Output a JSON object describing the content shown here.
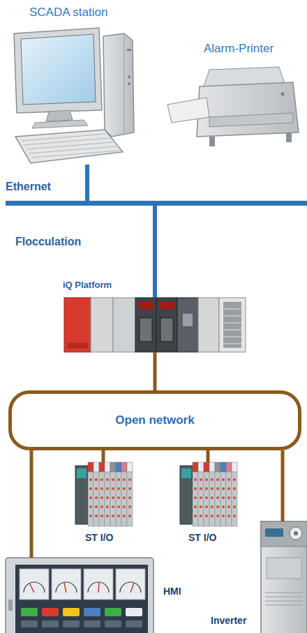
{
  "diagram": {
    "nodes": [
      {
        "text": [
          "SCADA station"
        ]
      },
      {
        "text": [
          "Alarm-Printer"
        ]
      },
      {
        "text": [
          "Ethernet"
        ]
      },
      {
        "text": [
          "iQ Platform"
        ]
      },
      {
        "text": [
          "Open network"
        ]
      },
      {
        "text": [
          "ST I/O"
        ]
      },
      {
        "text": [
          "ST I/O"
        ]
      },
      {
        "text": [
          "HMI"
        ]
      },
      {
        "text": [
          "Inverter"
        ]
      }
    ],
    "edges": [
      {
        "from": 0,
        "to": 2,
        "arrow": "none"
      },
      {
        "from": 2,
        "to": 3,
        "arrow": "none"
      },
      {
        "from": 3,
        "to": 4,
        "arrow": "none"
      },
      {
        "from": 4,
        "to": 7,
        "arrow": "none"
      },
      {
        "from": 4,
        "to": 5,
        "arrow": "none"
      },
      {
        "from": 4,
        "to": 6,
        "arrow": "none"
      },
      {
        "from": 4,
        "to": 8,
        "arrow": "none"
      }
    ],
    "labels": [
      "Flocculation"
    ]
  }
}
